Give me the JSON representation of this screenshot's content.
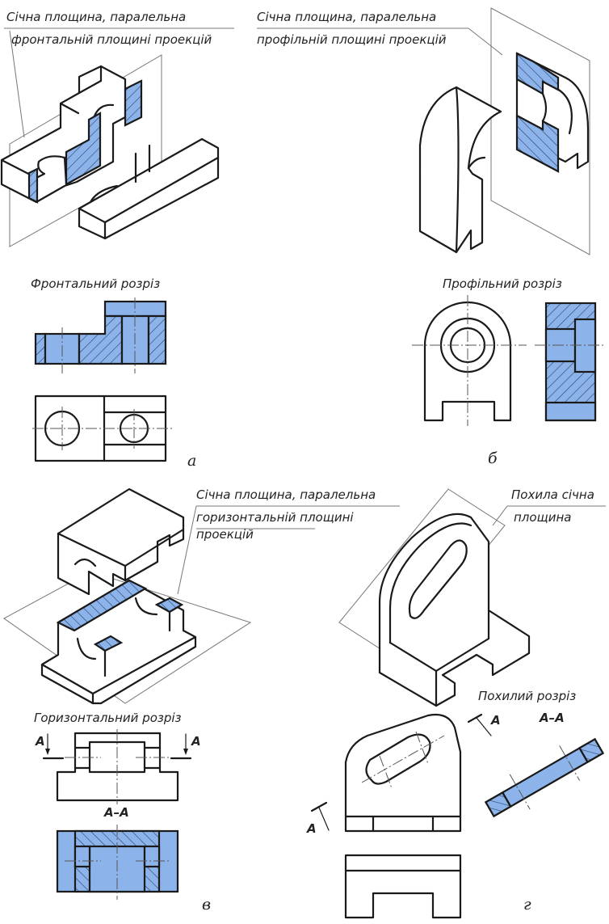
{
  "colors": {
    "section_fill": "#8db4ea",
    "line": "#1a1a1a",
    "plane": "#777777"
  },
  "panels": {
    "a": {
      "plane_label_line1": "Січна площина, паралельна",
      "plane_label_line2": "фронтальній площині проекцій",
      "section_title": "Фронтальний розріз",
      "letter": "а"
    },
    "b": {
      "plane_label_line1": "Січна площина, паралельна",
      "plane_label_line2": "профільній площині проекцій",
      "section_title": "Профільний розріз",
      "letter": "б"
    },
    "v": {
      "plane_label_line1": "Січна площина, паралельна",
      "plane_label_line2": "горизонтальній площині",
      "plane_label_line3": "проекцій",
      "section_title": "Горизонтальний розріз",
      "cut_mark_left": "A",
      "cut_mark_right": "A",
      "section_name": "А–А",
      "letter": "в"
    },
    "g": {
      "plane_label_line1": "Похила січна",
      "plane_label_line2": "площина",
      "section_title": "Похилий розріз",
      "cut_mark_top": "A",
      "cut_mark_bottom": "A",
      "section_name": "А–А",
      "letter": "г"
    }
  }
}
